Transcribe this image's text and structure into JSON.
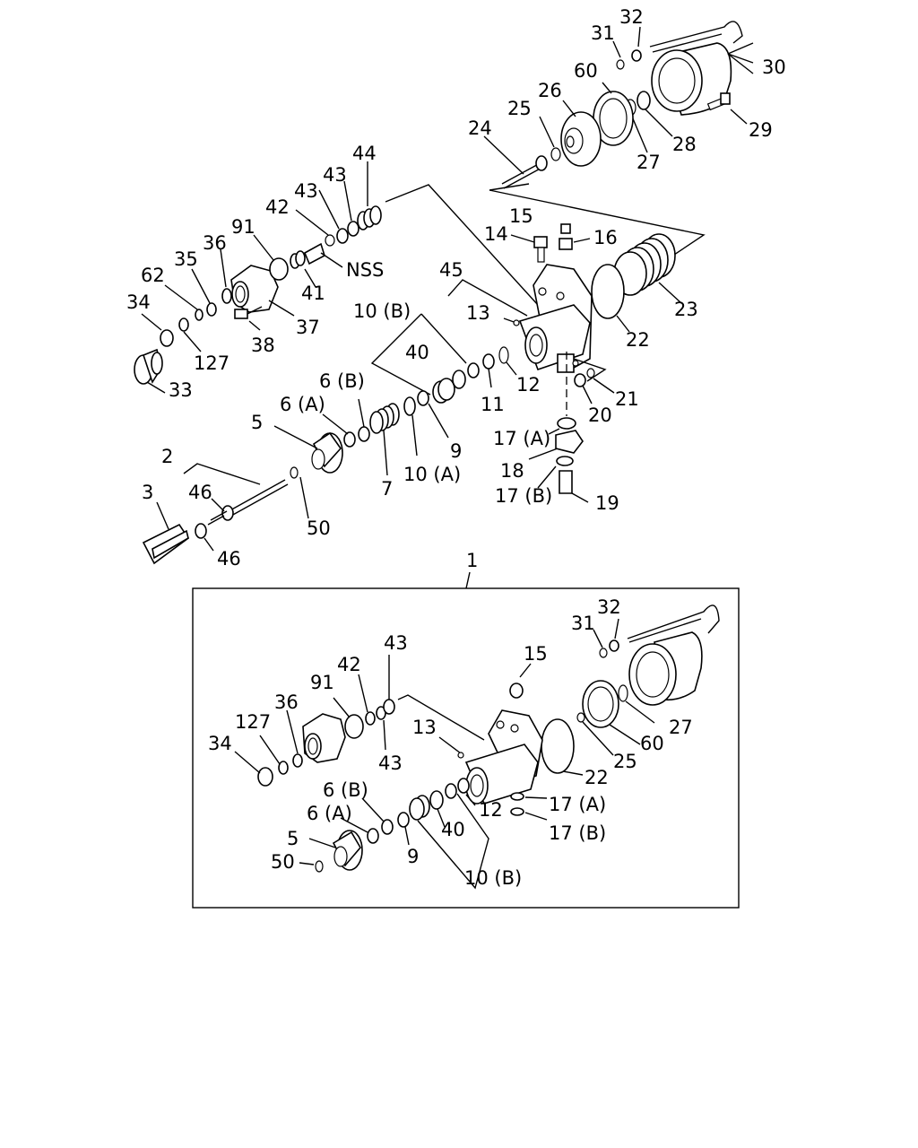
{
  "labels": {
    "l1": "1",
    "l2": "2",
    "l3": "3",
    "l5": "5",
    "l6a": "6 (A)",
    "l6b": "6 (B)",
    "l7": "7",
    "l9": "9",
    "l10a": "10 (A)",
    "l10b": "10 (B)",
    "l11": "11",
    "l12": "12",
    "l13": "13",
    "l14": "14",
    "l15": "15",
    "l16": "16",
    "l17a": "17 (A)",
    "l17b": "17 (B)",
    "l18": "18",
    "l19": "19",
    "l20": "20",
    "l21": "21",
    "l22": "22",
    "l23": "23",
    "l24": "24",
    "l25": "25",
    "l26": "26",
    "l27": "27",
    "l28": "28",
    "l29": "29",
    "l30": "30",
    "l31": "31",
    "l32": "32",
    "l33": "33",
    "l34": "34",
    "l35": "35",
    "l36": "36",
    "l37": "37",
    "l38": "38",
    "l40": "40",
    "l41": "41",
    "l42": "42",
    "l43": "43",
    "l44": "44",
    "l45": "45",
    "l46": "46",
    "l50": "50",
    "l60": "60",
    "l62": "62",
    "l91": "91",
    "l127": "127",
    "lnss": "NSS"
  }
}
